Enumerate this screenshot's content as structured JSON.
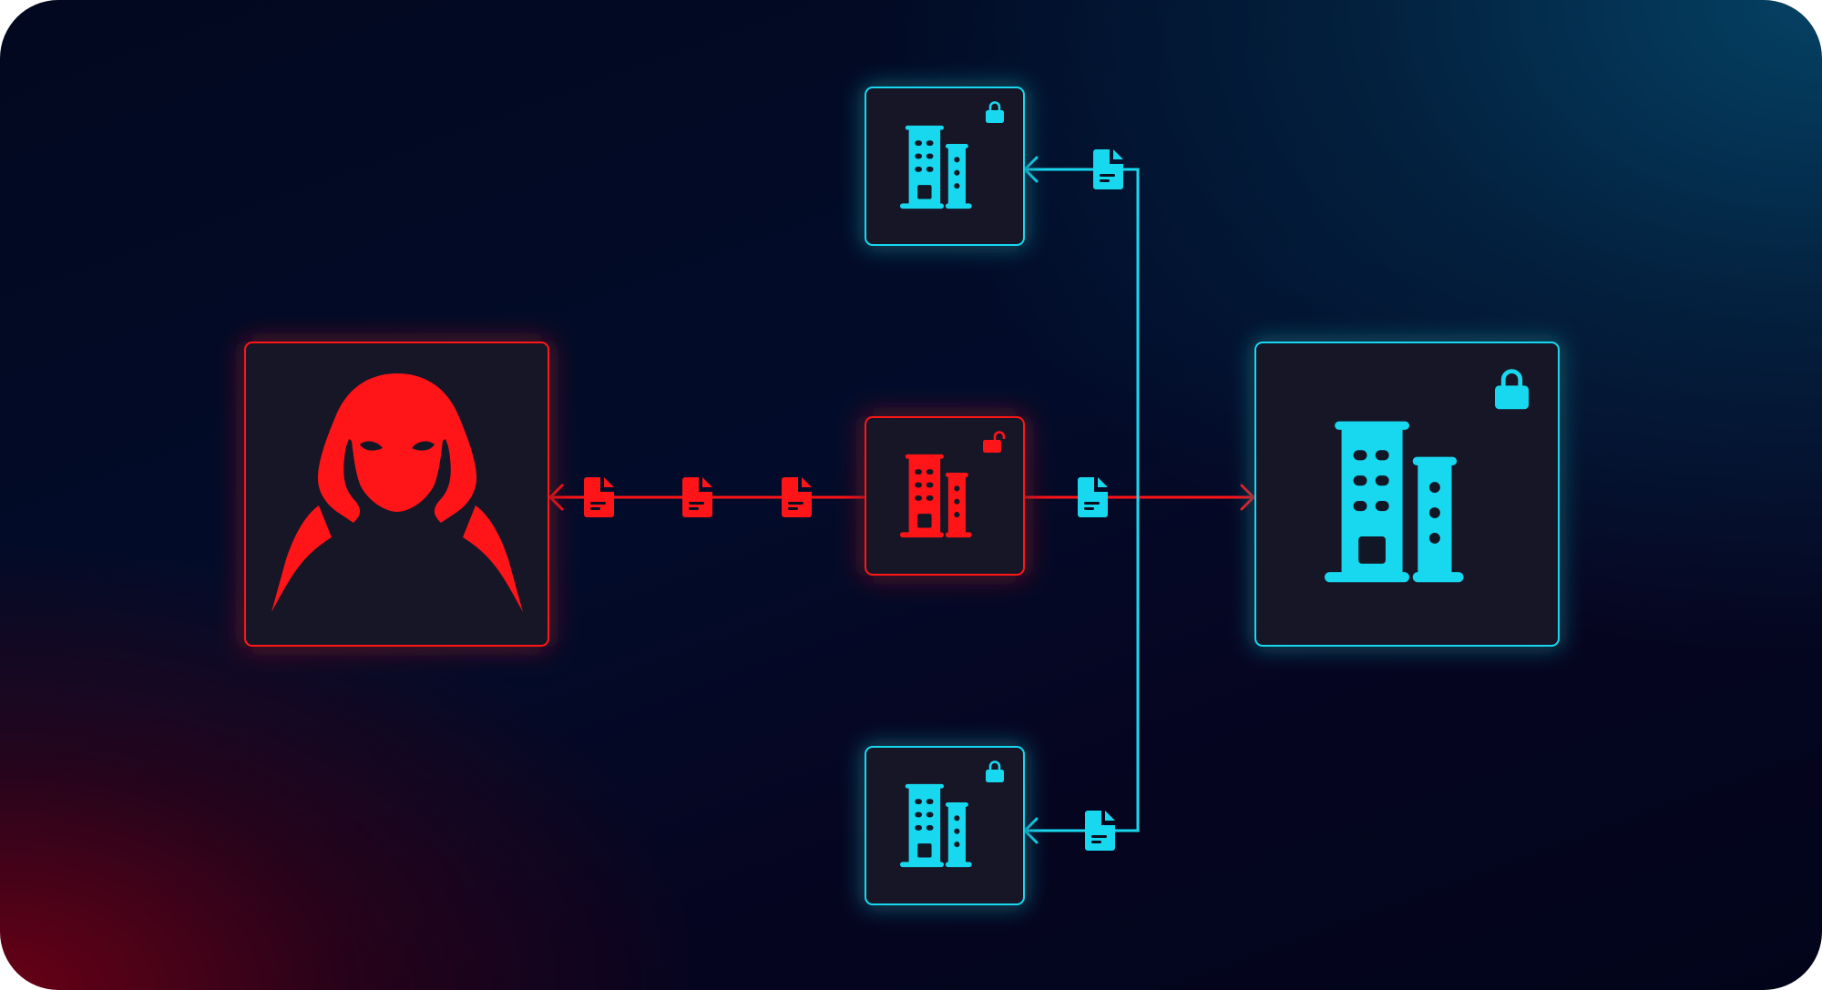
{
  "colors": {
    "threat": "#ff1418",
    "secure": "#18d8f0",
    "node_fill": "#121726"
  },
  "nodes": [
    {
      "id": "attacker",
      "icon": "hooded-attacker-icon",
      "status": "threat"
    },
    {
      "id": "compromised-office",
      "icon": "office-building-icon",
      "lock": "lock-open-icon",
      "status": "threat"
    },
    {
      "id": "headquarters",
      "icon": "office-building-icon",
      "lock": "lock-closed-icon",
      "status": "secure"
    },
    {
      "id": "branch-office-top",
      "icon": "office-building-icon",
      "lock": "lock-closed-icon",
      "status": "secure"
    },
    {
      "id": "branch-office-bottom",
      "icon": "office-building-icon",
      "lock": "lock-closed-icon",
      "status": "secure"
    }
  ],
  "flows": [
    {
      "from": "compromised-office",
      "to": "attacker",
      "status": "threat",
      "documents": 3
    },
    {
      "from": "compromised-office",
      "to": "headquarters",
      "status": "threat",
      "documents": 1
    },
    {
      "from": "headquarters",
      "to": "branch-office-top",
      "status": "secure",
      "documents": 1
    },
    {
      "from": "headquarters",
      "to": "branch-office-bottom",
      "status": "secure",
      "documents": 1
    }
  ]
}
